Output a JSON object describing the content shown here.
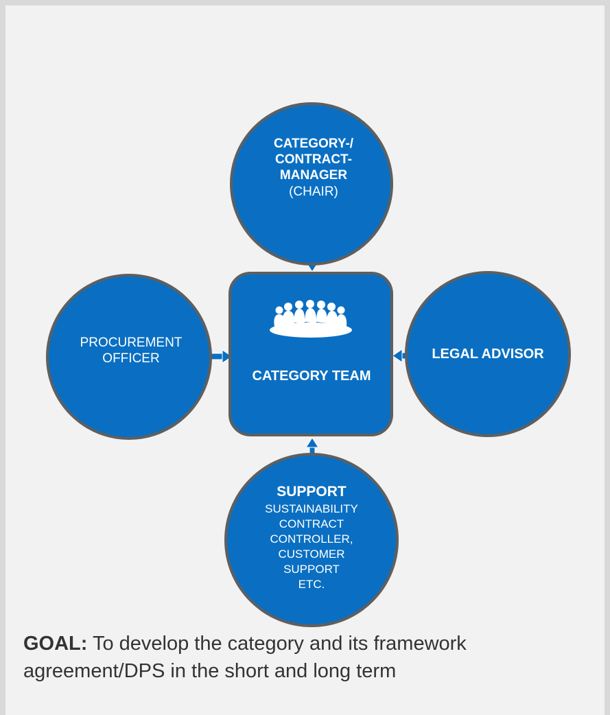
{
  "diagram": {
    "top_node": {
      "title": "CATEGORY-/\nCONTRACT-\nMANAGER",
      "subtitle": "(CHAIR)"
    },
    "left_node": {
      "label": "PROCUREMENT\nOFFICER"
    },
    "right_node": {
      "label": "LEGAL ADVISOR"
    },
    "center_node": {
      "label": "CATEGORY TEAM",
      "icon": "meeting-table-people-icon"
    },
    "bottom_node": {
      "title": "SUPPORT",
      "items": "SUSTAINABILITY\nCONTRACT\nCONTROLLER,\nCUSTOMER\nSUPPORT\nETC."
    }
  },
  "goal": {
    "label": "GOAL:",
    "text": " To develop the category and its framework agreement/DPS in the short and long term"
  },
  "colors": {
    "node_fill": "#0a6fc2",
    "node_stroke": "#5f5f5f",
    "background": "#f2f2f2",
    "frame": "#d9d9d9",
    "text_dark": "#333333"
  }
}
